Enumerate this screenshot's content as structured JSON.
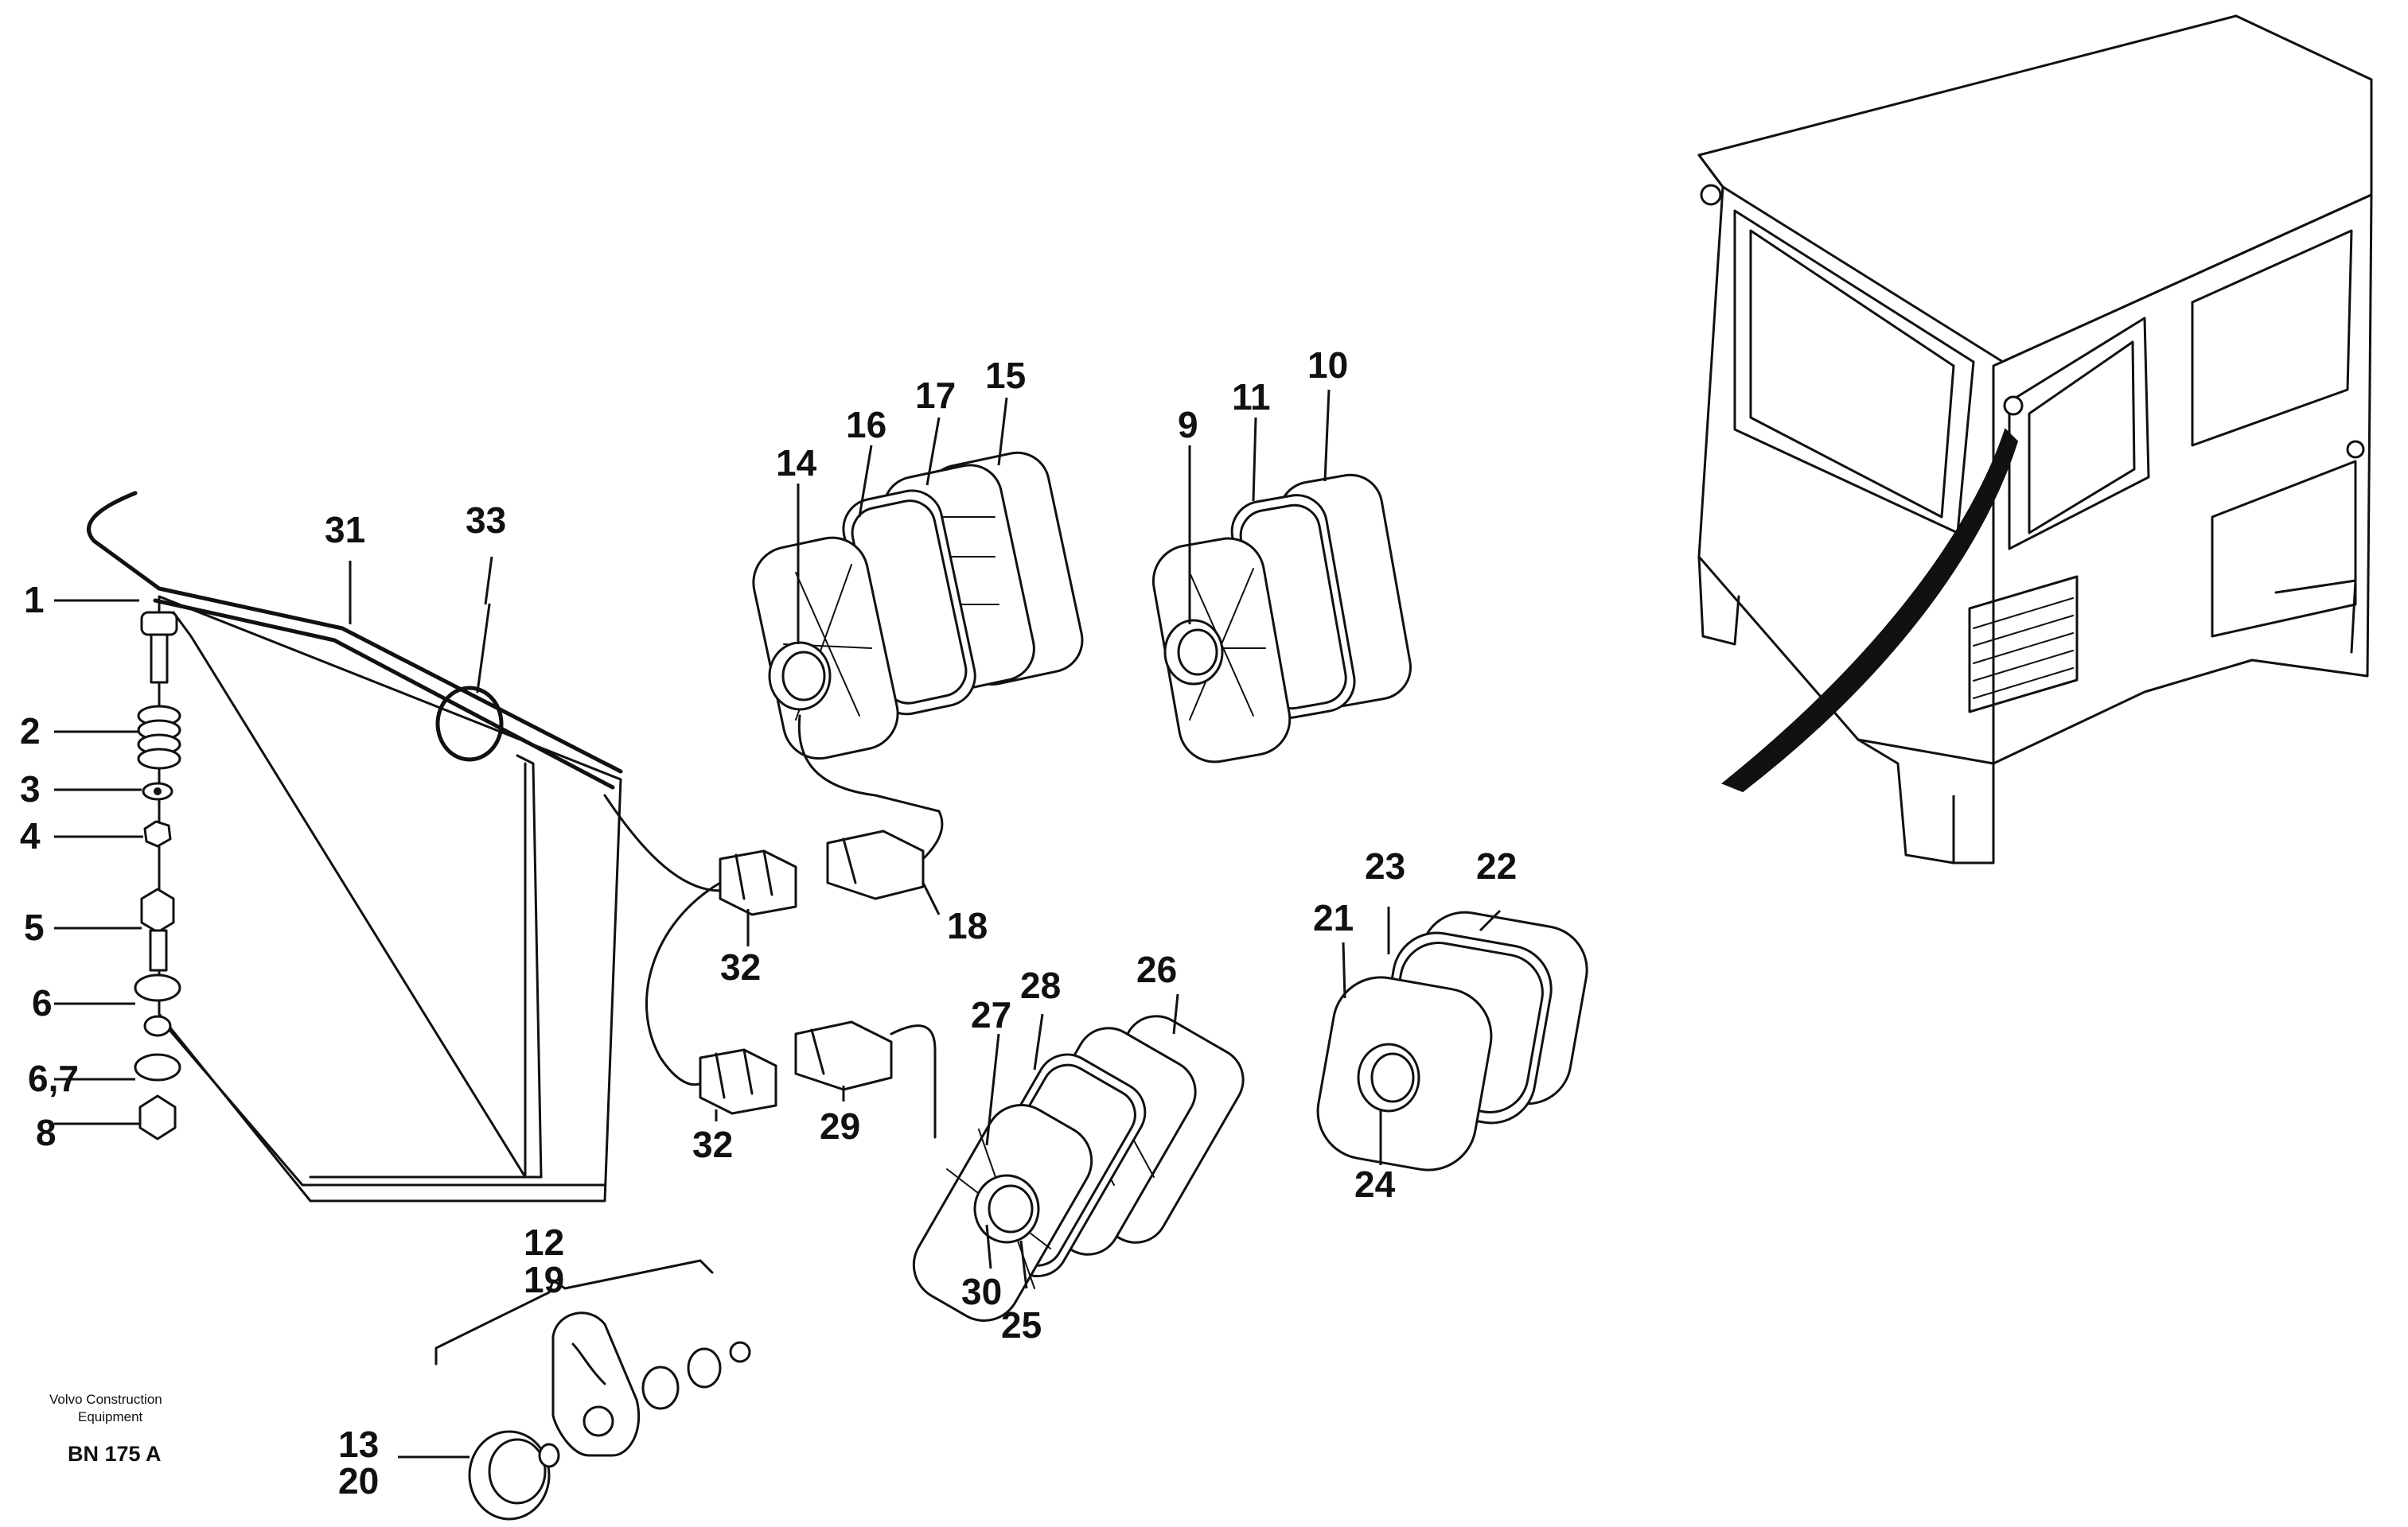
{
  "callouts": {
    "c1": "1",
    "c2": "2",
    "c3": "3",
    "c4": "4",
    "c5": "5",
    "c6": "6",
    "c67": "6,7",
    "c8": "8",
    "c9": "9",
    "c10": "10",
    "c11": "11",
    "c12": "12",
    "c13": "13",
    "c14": "14",
    "c15": "15",
    "c16": "16",
    "c17": "17",
    "c18": "18",
    "c19": "19",
    "c20": "20",
    "c21": "21",
    "c22": "22",
    "c23": "23",
    "c24": "24",
    "c25": "25",
    "c26": "26",
    "c27": "27",
    "c28": "28",
    "c29": "29",
    "c30": "30",
    "c31": "31",
    "c32a": "32",
    "c32b": "32",
    "c33": "33"
  },
  "footer": {
    "company_line1": "Volvo Construction",
    "company_line2": "Equipment",
    "code": "BN 175 A"
  }
}
